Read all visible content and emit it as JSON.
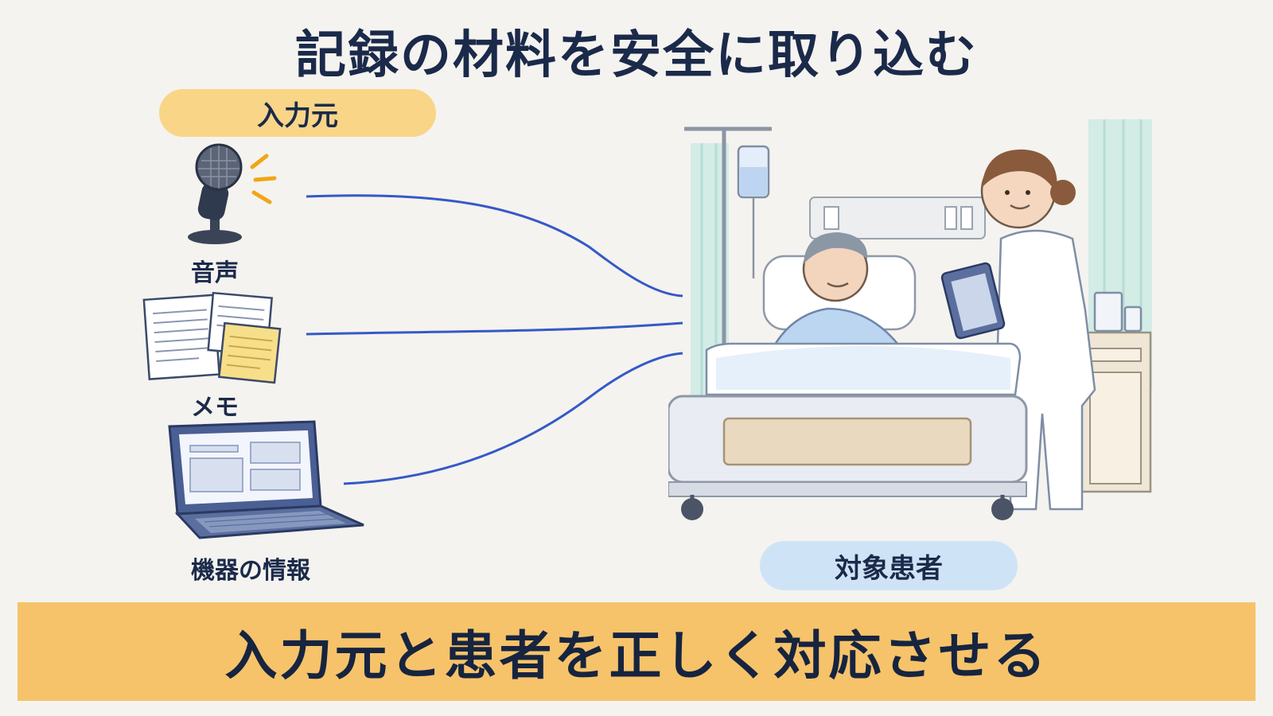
{
  "title": "記録の材料を安全に取り込む",
  "source_label": "入力元",
  "sources": [
    {
      "label": "音声",
      "icon": "microphone-icon"
    },
    {
      "label": "メモ",
      "icon": "notes-icon"
    },
    {
      "label": "機器の情報",
      "icon": "laptop-icon"
    }
  ],
  "target_label": "対象患者",
  "scene_icon": "hospital-bed-scene-icon",
  "banner": "入力元と患者を正しく対応させる",
  "colors": {
    "title_text": "#1b2a4a",
    "source_pill": "#f9d588",
    "patient_pill": "#cfe3f7",
    "banner": "#f6c36b",
    "connector": "#3559c7"
  }
}
